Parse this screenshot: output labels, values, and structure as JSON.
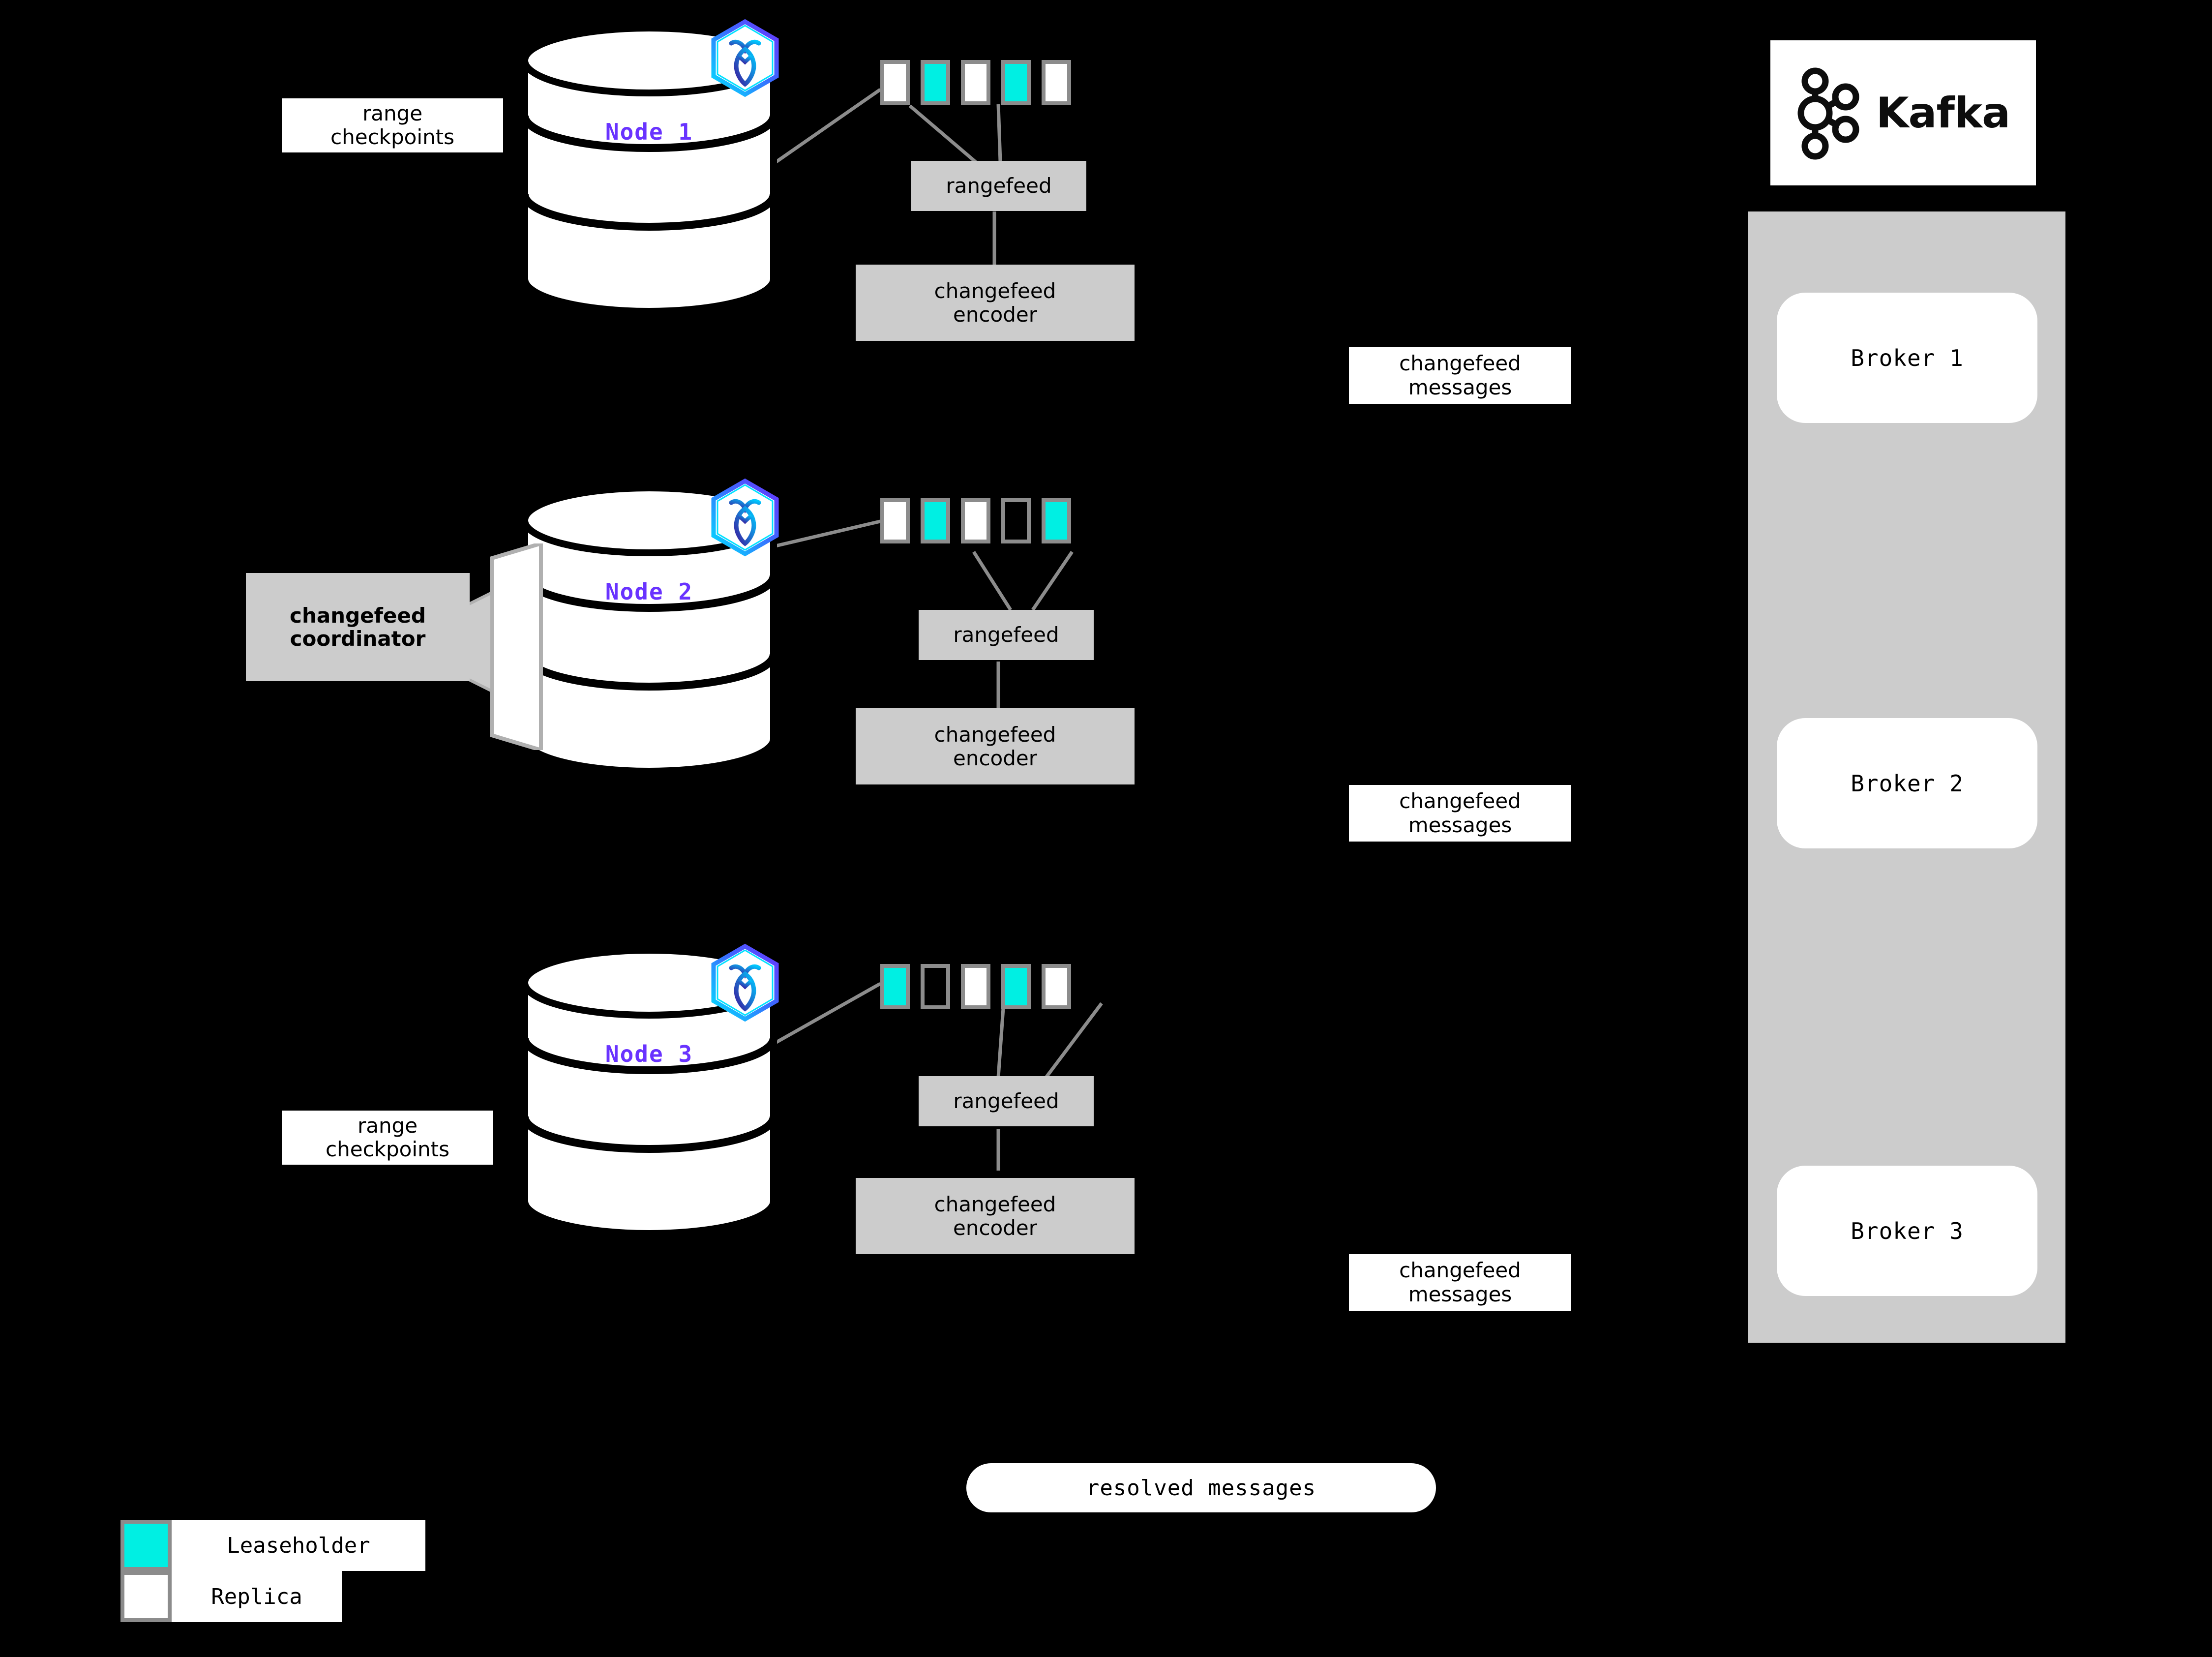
{
  "diagram": {
    "title": "CockroachDB changefeed to Kafka architecture",
    "background_color": "#000000",
    "accent_color": "#00efe3",
    "node_label_color": "#6933ff"
  },
  "nodes": [
    {
      "id": "node-1",
      "label": "Node 1",
      "logo_name": "cockroachdb-logo",
      "ranges": [
        {
          "kind": "replica"
        },
        {
          "kind": "leaseholder"
        },
        {
          "kind": "replica"
        },
        {
          "kind": "leaseholder"
        },
        {
          "kind": "replica"
        }
      ],
      "rangefeed_label": "rangefeed",
      "encoder_label": "changefeed\nencoder",
      "encoder_line1": "changefeed",
      "encoder_line2": "encoder",
      "side_label_line1": "range",
      "side_label_line2": "checkpoints",
      "has_side_label": true,
      "has_coordinator": false
    },
    {
      "id": "node-2",
      "label": "Node 2",
      "logo_name": "cockroachdb-logo",
      "ranges": [
        {
          "kind": "replica"
        },
        {
          "kind": "leaseholder"
        },
        {
          "kind": "replica"
        },
        {
          "kind": "empty"
        },
        {
          "kind": "leaseholder"
        }
      ],
      "rangefeed_label": "rangefeed",
      "encoder_line1": "changefeed",
      "encoder_line2": "encoder",
      "has_side_label": false,
      "has_coordinator": true,
      "coordinator_line1": "changefeed",
      "coordinator_line2": "coordinator"
    },
    {
      "id": "node-3",
      "label": "Node 3",
      "logo_name": "cockroachdb-logo",
      "ranges": [
        {
          "kind": "leaseholder"
        },
        {
          "kind": "empty"
        },
        {
          "kind": "replica"
        },
        {
          "kind": "leaseholder"
        },
        {
          "kind": "replica"
        }
      ],
      "rangefeed_label": "rangefeed",
      "encoder_line1": "changefeed",
      "encoder_line2": "encoder",
      "side_label_line1": "range",
      "side_label_line2": "checkpoints",
      "has_side_label": true,
      "has_coordinator": false
    }
  ],
  "messages": [
    {
      "id": "msg-1",
      "line1": "changefeed",
      "line2": "messages"
    },
    {
      "id": "msg-2",
      "line1": "changefeed",
      "line2": "messages"
    },
    {
      "id": "msg-3",
      "line1": "changefeed",
      "line2": "messages"
    }
  ],
  "resolved": {
    "label": "resolved messages"
  },
  "kafka": {
    "logo_name": "kafka-logo",
    "wordmark": "Kafka",
    "panel_color": "#cccccc",
    "brokers": [
      {
        "label": "Broker 1"
      },
      {
        "label": "Broker 2"
      },
      {
        "label": "Broker 3"
      }
    ]
  },
  "legend": {
    "items": [
      {
        "swatch": "leaseholder",
        "label": "Leaseholder"
      },
      {
        "swatch": "replica",
        "label": "Replica"
      }
    ]
  }
}
